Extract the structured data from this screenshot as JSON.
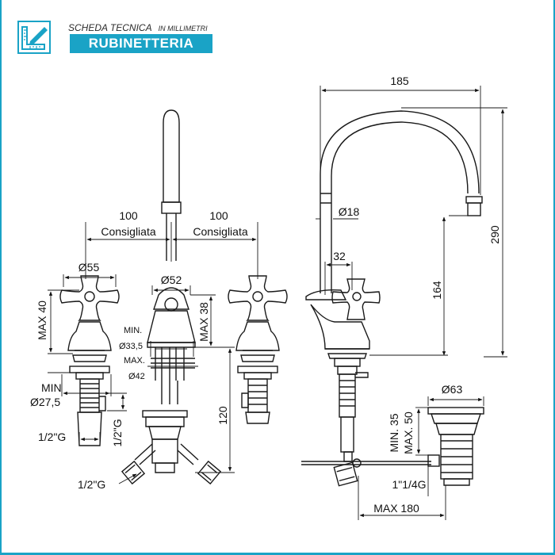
{
  "header": {
    "sheet_title": "SCHEDA TECNICA",
    "sheet_subtitle": "IN MILLIMETRI",
    "category": "RUBINETTERIA"
  },
  "logo": {
    "icon": "ruler-pencil-icon"
  },
  "colors": {
    "accent": "#1aa3c6",
    "line": "#1a1a1a"
  },
  "dimensions": {
    "left_spacing": "100",
    "left_spacing_note": "Consigliata",
    "right_spacing": "100",
    "right_spacing_note": "Consigliata",
    "handle_diameter": "Ø55",
    "handle_max_height": "MAX 40",
    "spout_base_diameter": "Ø52",
    "base_max_height": "MAX 38",
    "hole_min_label": "MIN.",
    "hole_min_value": "Ø33,5",
    "hole_max_label": "MAX.",
    "hole_max_value": "Ø42",
    "hole_min_valve_label": "MIN",
    "hole_min_valve_value": "Ø27,5",
    "thread_left": "1/2\"G",
    "thread_mid": "1/2\"G",
    "thread_bottom": "1/2\"G",
    "under_height": "120",
    "spout_reach": "185",
    "spout_tip_diameter": "Ø18",
    "spout_total_height": "290",
    "spout_clear_height": "164",
    "handle_offset": "32",
    "waste_diameter": "Ø63",
    "waste_min": "MIN. 35",
    "waste_max": "MAX. 50",
    "waste_thread": "1\"1/4G",
    "rod_max": "MAX 180"
  }
}
